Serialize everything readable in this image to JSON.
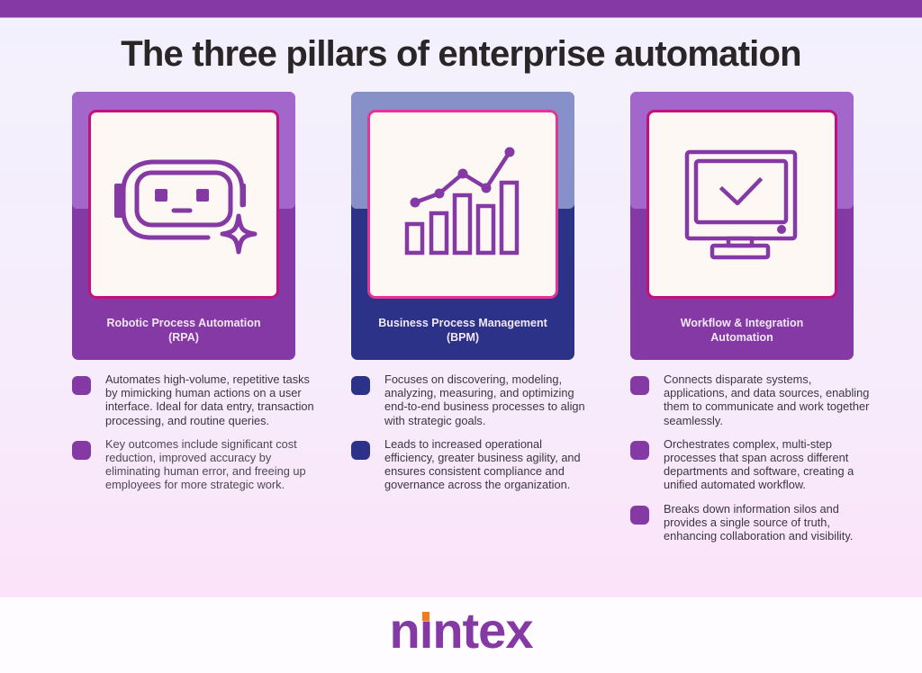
{
  "header": {
    "title": "The three pillars of enterprise automation"
  },
  "colors": {
    "brand_purple": "#8439a4",
    "light_purple": "#a366cb",
    "navy": "#2b3288",
    "light_navy": "#8890c9",
    "magenta_border": "#c2107c",
    "pink_border": "#e23595",
    "logo_accent": "#f47a1f"
  },
  "pillars": [
    {
      "label_line1": "Robotic Process Automation",
      "label_line2": "(RPA)",
      "icon": "robot-sparkle-icon",
      "bullets": [
        "Automates high-volume, repetitive tasks by mimicking human actions on a user interface. Ideal for data entry, transaction processing, and routine queries.",
        "Key outcomes include significant cost reduction, improved accuracy by eliminating human error, and freeing up employees for more strategic work."
      ]
    },
    {
      "label_line1": "Business Process Management",
      "label_line2": "(BPM)",
      "icon": "bar-chart-trend-icon",
      "bullets": [
        "Focuses on discovering, modeling, analyzing, measuring, and optimizing end-to-end business processes to align with strategic goals.",
        "Leads to increased operational efficiency, greater business agility, and ensures consistent compliance and governance across the organization."
      ]
    },
    {
      "label_line1": "Workflow & Integration",
      "label_line2": "Automation",
      "icon": "monitor-check-icon",
      "bullets": [
        "Connects disparate systems, applications, and data sources, enabling them to communicate and work together seamlessly.",
        "Orchestrates complex, multi-step processes that span across different departments and software, creating a unified automated workflow.",
        "Breaks down information silos and provides a single source of truth, enhancing collaboration and visibility."
      ]
    }
  ],
  "footer": {
    "logo_pre": "n",
    "logo_i": "ı",
    "logo_post": "ntex"
  }
}
